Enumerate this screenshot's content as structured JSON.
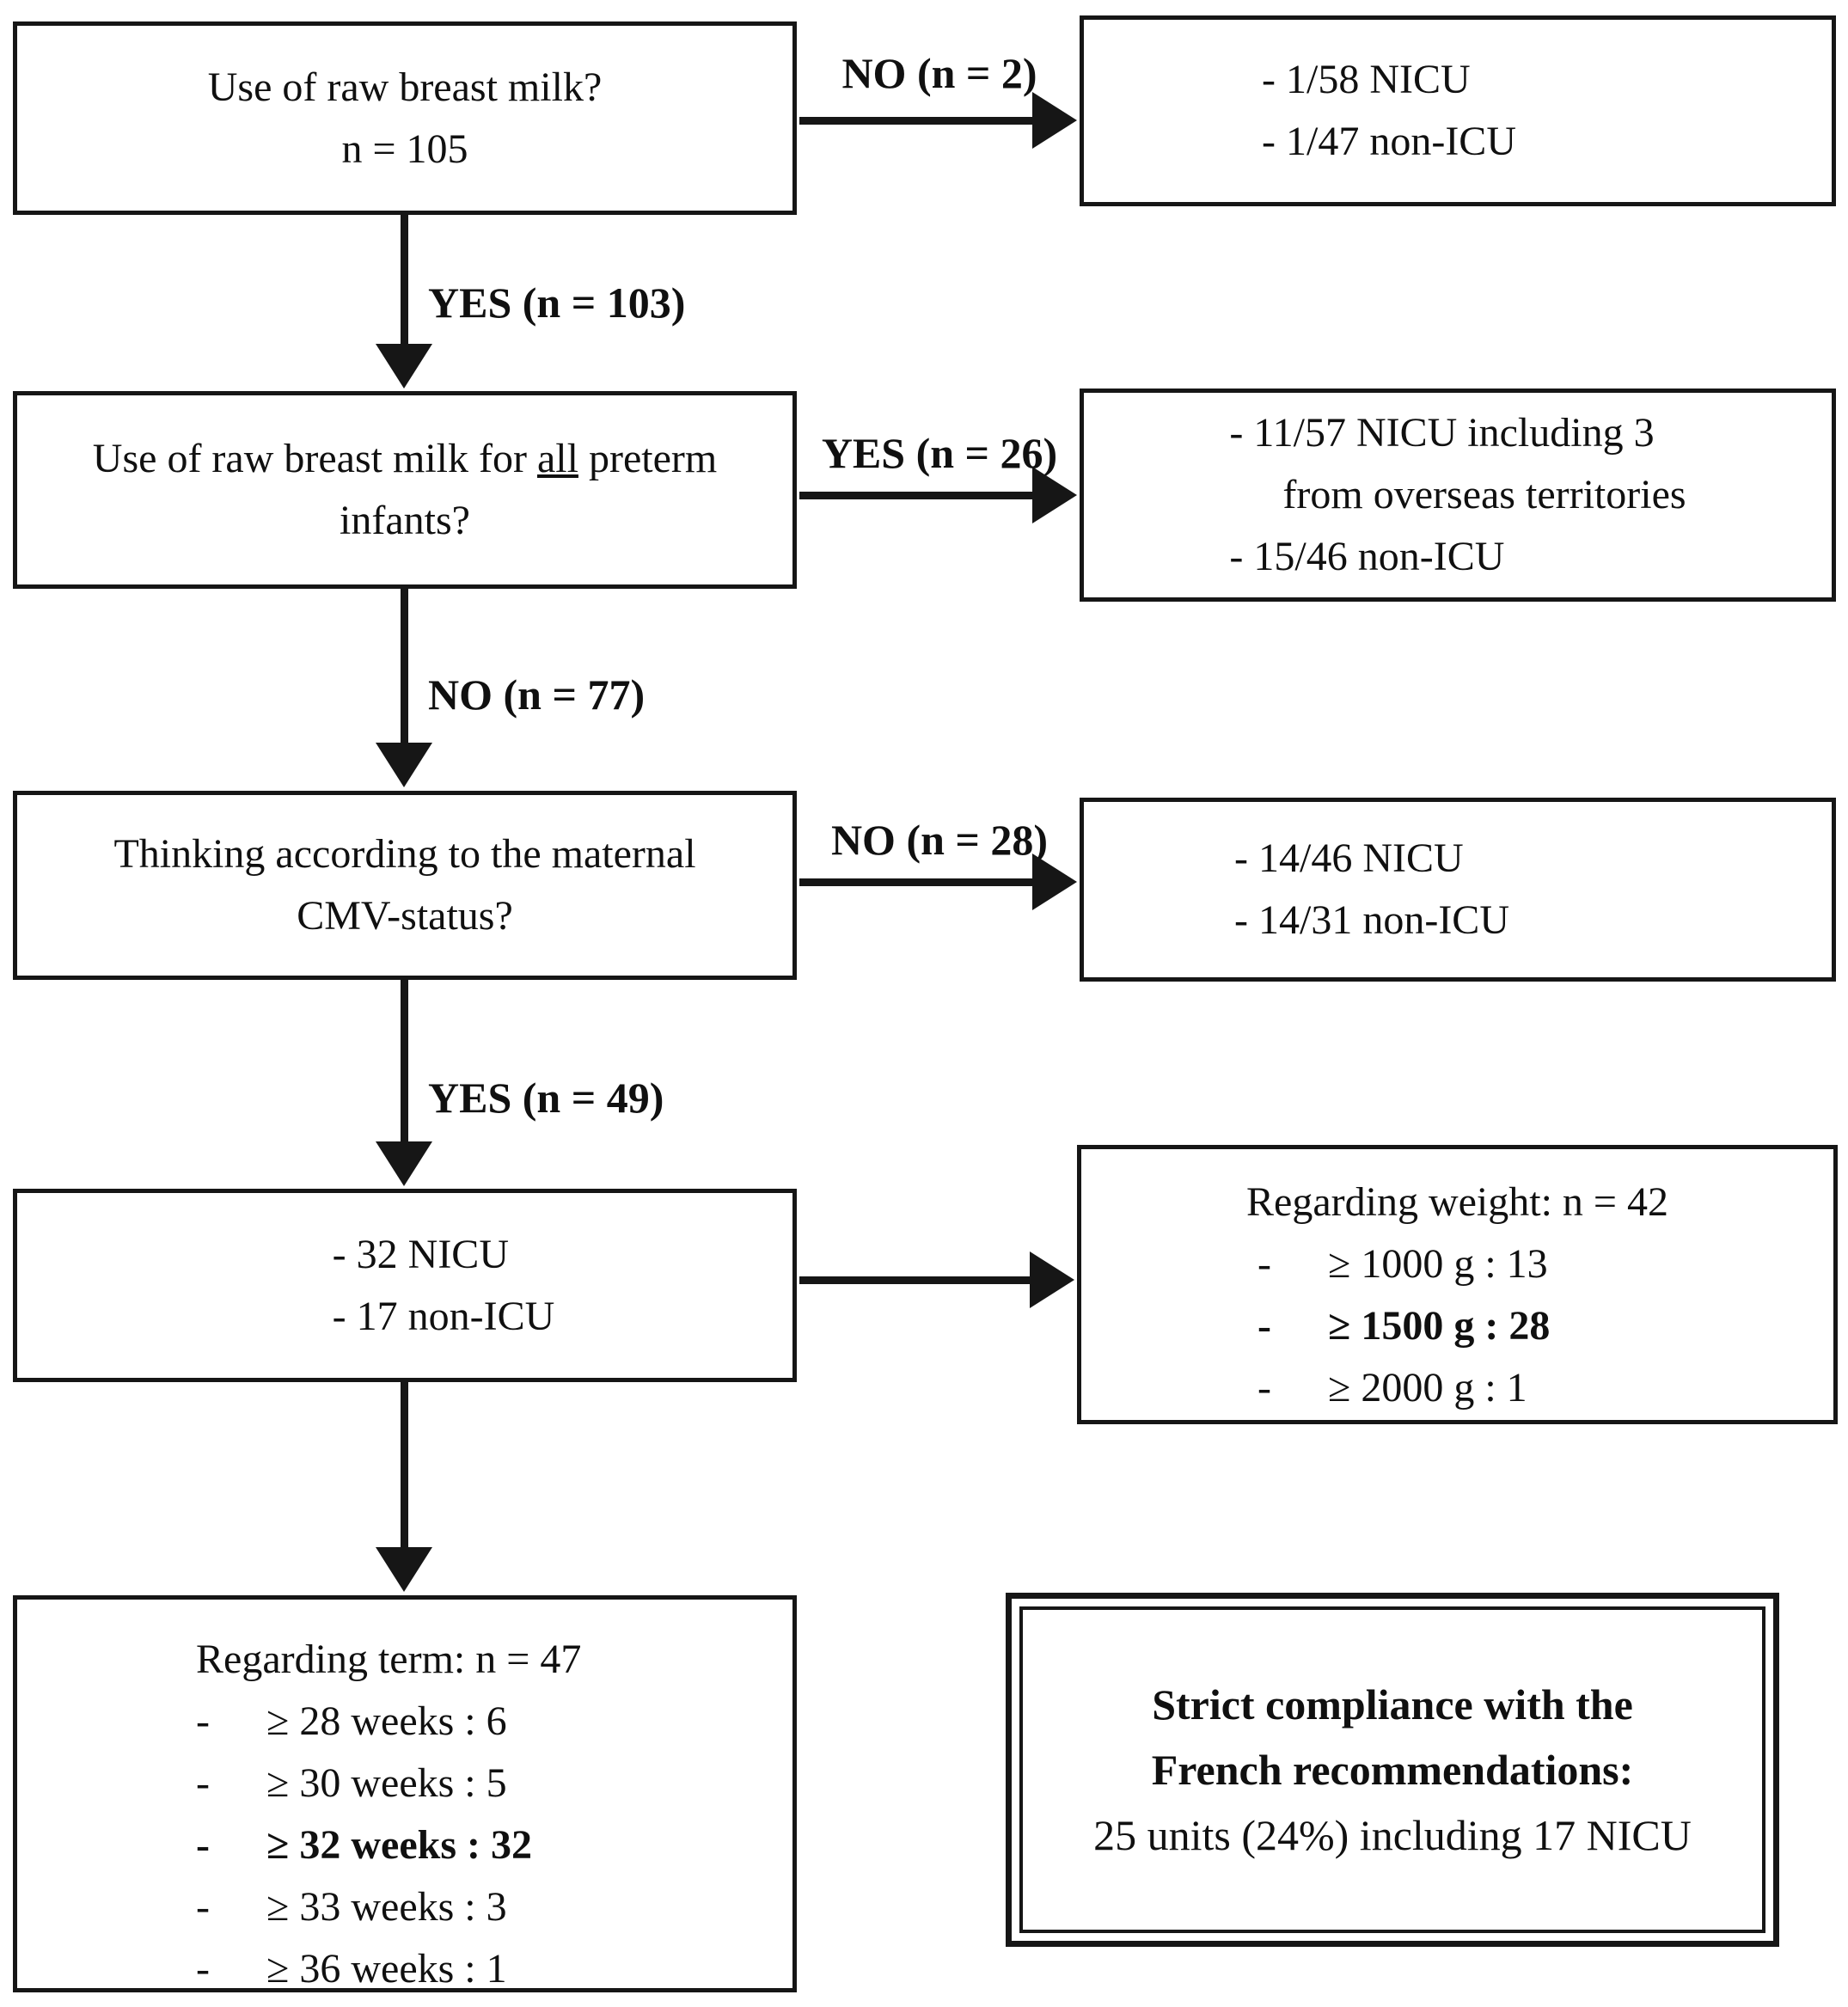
{
  "palette": {
    "ink": "#161616",
    "paper": "#ffffff"
  },
  "dash": "-",
  "boxes": {
    "q1": {
      "line1": "Use of raw breast milk?",
      "line2": "n = 105"
    },
    "r1": {
      "line1": "- 1/58 NICU",
      "line2": "- 1/47 non-ICU"
    },
    "q2": {
      "l1a": "Use of raw breast milk for ",
      "l1b": "all",
      "l1c": " preterm",
      "line2": "infants?"
    },
    "r2": {
      "line1": "- 11/57 NICU including 3",
      "line2": "from overseas territories",
      "line3": "- 15/46 non-ICU"
    },
    "q3": {
      "line1": "Thinking according to the maternal",
      "line2": "CMV-status?"
    },
    "r3": {
      "line1": "- 14/46 NICU",
      "line2": "- 14/31 non-ICU"
    },
    "q4": {
      "line1": "- 32 NICU",
      "line2": "- 17 non-ICU"
    },
    "weight": {
      "title": "Regarding weight: n = 42",
      "rows": [
        {
          "text": "≥ 1000 g : 13",
          "bold": false
        },
        {
          "text": "≥ 1500 g : 28",
          "bold": true
        },
        {
          "text": "≥ 2000 g : 1",
          "bold": false
        }
      ]
    },
    "term": {
      "title": "Regarding term: n = 47",
      "rows": [
        {
          "text": "≥ 28 weeks : 6",
          "bold": false
        },
        {
          "text": "≥ 30 weeks : 5",
          "bold": false
        },
        {
          "text": "≥ 32 weeks : 32",
          "bold": true
        },
        {
          "text": "≥ 33 weeks : 3",
          "bold": false
        },
        {
          "text": "≥ 36 weeks : 1",
          "bold": false
        }
      ]
    },
    "compliance": {
      "line1": "Strict compliance with the",
      "line2": "French recommendations:",
      "line3": "25 units (24%) including 17 NICU"
    }
  },
  "labels": {
    "no2": "NO (n = 2)",
    "yes103": "YES (n = 103)",
    "yes26": "YES (n = 26)",
    "no77": "NO (n = 77)",
    "no28": "NO (n = 28)",
    "yes49": "YES (n = 49)"
  }
}
